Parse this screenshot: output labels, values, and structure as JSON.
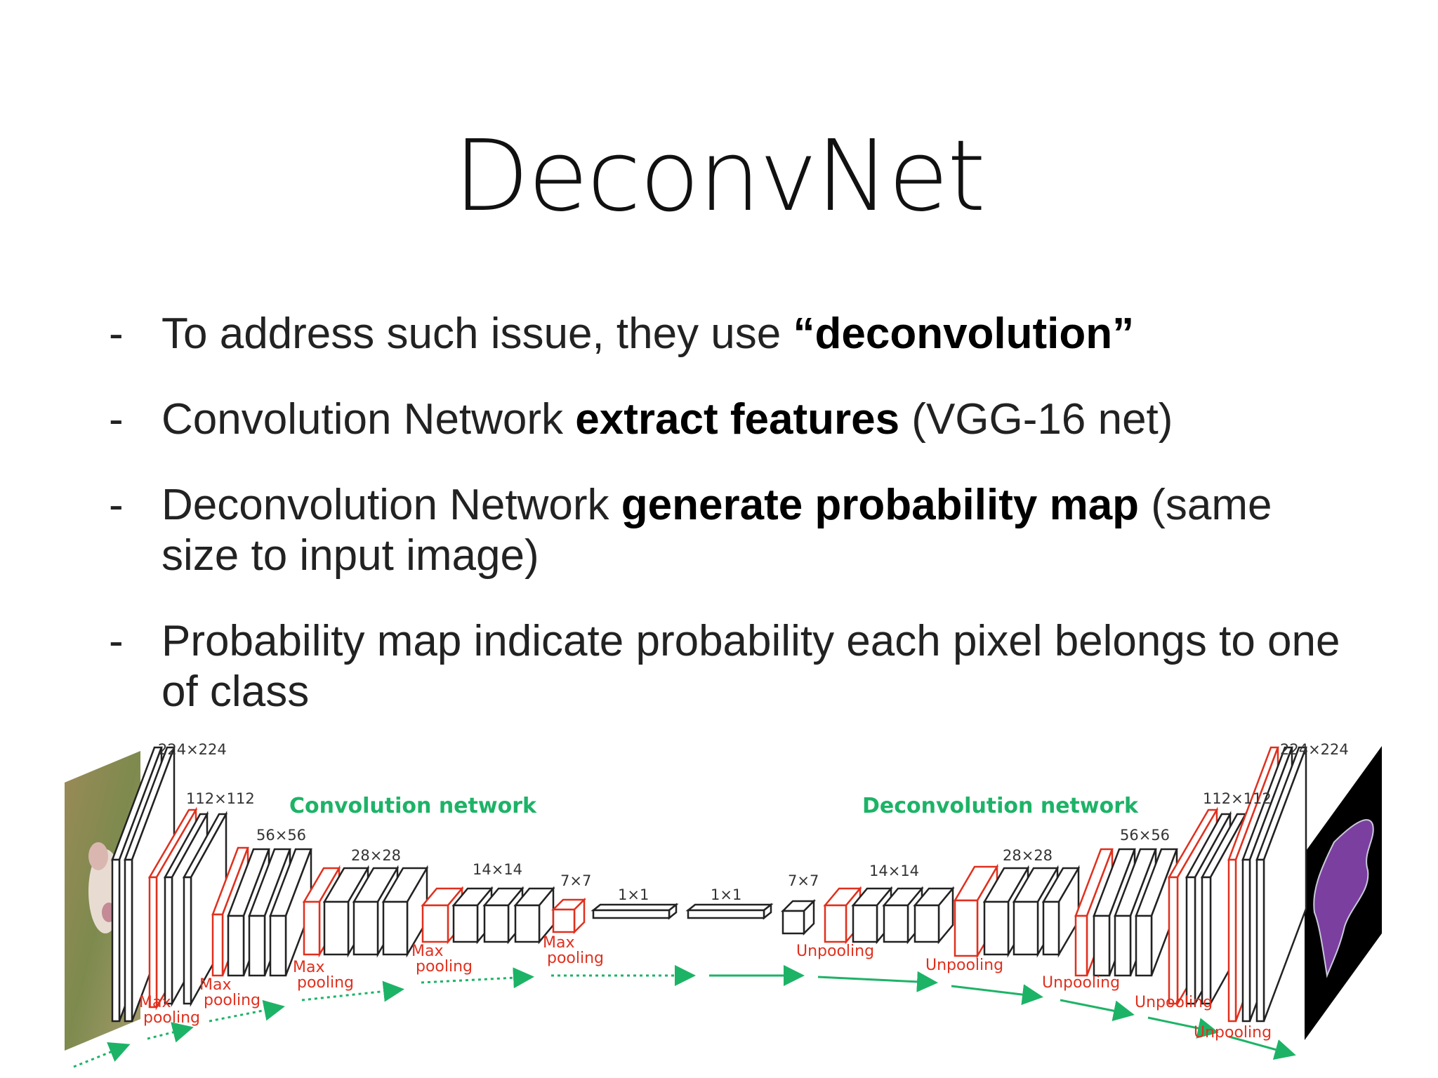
{
  "slide": {
    "title": "DeconvNet",
    "bullets": [
      {
        "dash": "-",
        "parts": [
          {
            "t": "To address such issue, they use ",
            "b": false
          },
          {
            "t": "“deconvolution”",
            "b": true
          }
        ]
      },
      {
        "dash": "-",
        "parts": [
          {
            "t": "Convolution Network ",
            "b": false
          },
          {
            "t": "extract features",
            "b": true
          },
          {
            "t": " (VGG-16 net)",
            "b": false
          }
        ]
      },
      {
        "dash": "-",
        "parts": [
          {
            "t": "Deconvolution Network ",
            "b": false
          },
          {
            "t": "generate probability map",
            "b": true
          },
          {
            "t": " (same size to input image)",
            "b": false
          }
        ]
      },
      {
        "dash": "-",
        "parts": [
          {
            "t": "Probability map indicate probability each pixel belongs to one of class",
            "b": false
          }
        ]
      }
    ]
  },
  "diagram": {
    "conv_title": "Convolution network",
    "deconv_title": "Deconvolution network",
    "colors": {
      "green": "#1db367",
      "red": "#e0301e",
      "black": "#222222",
      "purple": "#7b3fa0"
    },
    "size_labels": {
      "s224_left": "224×224",
      "s112_left": "112×112",
      "s56_left": "56×56",
      "s28_left": "28×28",
      "s14_left": "14×14",
      "s7_left": "7×7",
      "s1_left": "1×1",
      "s1_right": "1×1",
      "s7_right": "7×7",
      "s14_right": "14×14",
      "s28_right": "28×28",
      "s56_right": "56×56",
      "s112_right": "112×112",
      "s224_right": "224×224"
    },
    "pool_label": [
      "Max",
      "pooling"
    ],
    "unpool_label": "Unpooling",
    "input_image": "dog photo",
    "output_image": "segmentation mask"
  }
}
